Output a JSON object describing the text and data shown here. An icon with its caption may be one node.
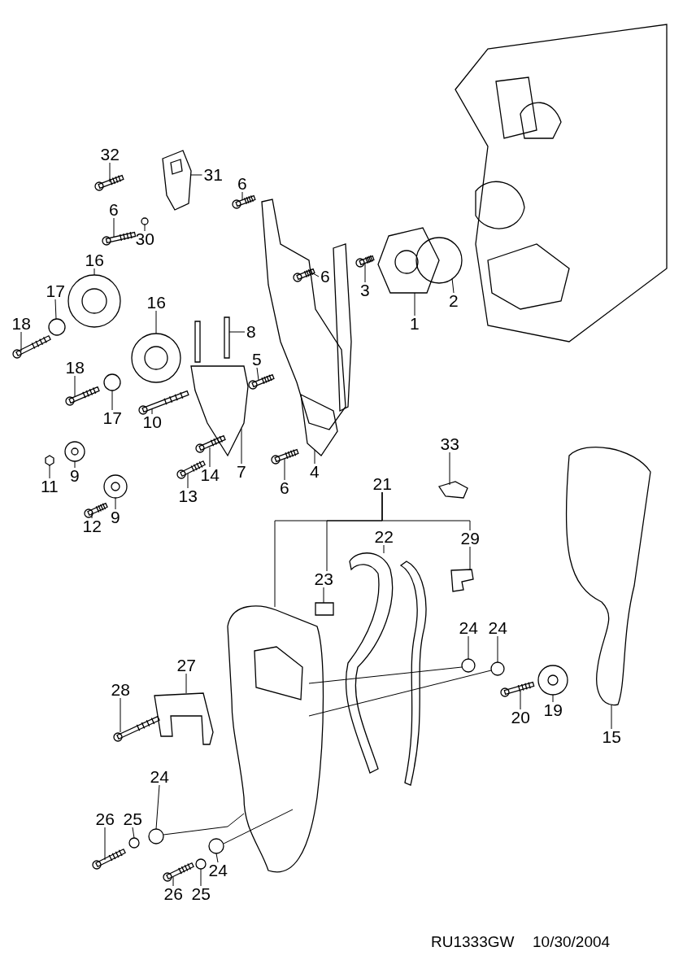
{
  "diagram": {
    "nodes": [
      {
        "text": [
          "32"
        ]
      },
      {
        "text": [
          "31"
        ]
      },
      {
        "text": [
          "6"
        ]
      },
      {
        "text": [
          "6"
        ]
      },
      {
        "text": [
          "30"
        ]
      },
      {
        "text": [
          "16"
        ]
      },
      {
        "text": [
          "6"
        ]
      },
      {
        "text": [
          "3"
        ]
      },
      {
        "text": [
          "2"
        ]
      },
      {
        "text": [
          "1"
        ]
      },
      {
        "text": [
          "17"
        ]
      },
      {
        "text": [
          "18"
        ]
      },
      {
        "text": [
          "16"
        ]
      },
      {
        "text": [
          "8"
        ]
      },
      {
        "text": [
          "18"
        ]
      },
      {
        "text": [
          "5"
        ]
      },
      {
        "text": [
          "17"
        ]
      },
      {
        "text": [
          "10"
        ]
      },
      {
        "text": [
          "33"
        ]
      },
      {
        "text": [
          "11"
        ]
      },
      {
        "text": [
          "9"
        ]
      },
      {
        "text": [
          "14"
        ]
      },
      {
        "text": [
          "7"
        ]
      },
      {
        "text": [
          "13"
        ]
      },
      {
        "text": [
          "6"
        ]
      },
      {
        "text": [
          "4"
        ]
      },
      {
        "text": [
          "21"
        ]
      },
      {
        "text": [
          "9"
        ]
      },
      {
        "text": [
          "12"
        ]
      },
      {
        "text": [
          "22"
        ]
      },
      {
        "text": [
          "29"
        ]
      },
      {
        "text": [
          "23"
        ]
      },
      {
        "text": [
          "24"
        ]
      },
      {
        "text": [
          "24"
        ]
      },
      {
        "text": [
          "27"
        ]
      },
      {
        "text": [
          "28"
        ]
      },
      {
        "text": [
          "19"
        ]
      },
      {
        "text": [
          "20"
        ]
      },
      {
        "text": [
          "15"
        ]
      },
      {
        "text": [
          "24"
        ]
      },
      {
        "text": [
          "26"
        ]
      },
      {
        "text": [
          "25"
        ]
      },
      {
        "text": [
          "24"
        ]
      },
      {
        "text": [
          "26"
        ]
      },
      {
        "text": [
          "25"
        ]
      },
      {
        "text": [],
        "shape": "picture"
      },
      {
        "text": [],
        "shape": "picture"
      },
      {
        "text": [],
        "shape": "picture"
      },
      {
        "text": [],
        "shape": "picture"
      },
      {
        "text": [],
        "shape": "circle"
      },
      {
        "text": [],
        "shape": "picture"
      },
      {
        "text": [],
        "shape": "picture"
      },
      {
        "text": [],
        "shape": "picture"
      },
      {
        "text": [],
        "shape": "circle"
      },
      {
        "text": [],
        "shape": "picture"
      },
      {
        "text": [],
        "shape": "circle"
      },
      {
        "text": [],
        "shape": "picture"
      },
      {
        "text": [],
        "shape": "picture"
      },
      {
        "text": [],
        "shape": "picture"
      },
      {
        "text": [],
        "shape": "picture"
      },
      {
        "text": [],
        "shape": "picture"
      },
      {
        "text": [],
        "shape": "circle"
      },
      {
        "text": [],
        "shape": "picture"
      },
      {
        "text": [],
        "shape": "picture"
      },
      {
        "text": [],
        "shape": "picture"
      },
      {
        "text": [],
        "shape": "picture"
      },
      {
        "text": [],
        "shape": "picture"
      },
      {
        "text": [],
        "shape": "picture"
      },
      {
        "text": [],
        "shape": "picture"
      },
      {
        "text": [],
        "shape": "picture"
      },
      {
        "text": [],
        "shape": "picture"
      },
      {
        "text": [],
        "shape": "picture"
      },
      {
        "text": [],
        "shape": "picture"
      },
      {
        "text": [],
        "shape": "picture"
      },
      {
        "text": [],
        "shape": "picture"
      },
      {
        "text": [],
        "shape": "picture"
      },
      {
        "text": [],
        "shape": "box"
      },
      {
        "text": [],
        "shape": "circle"
      },
      {
        "text": [],
        "shape": "circle"
      },
      {
        "text": [],
        "shape": "picture"
      },
      {
        "text": [],
        "shape": "picture"
      },
      {
        "text": [],
        "shape": "picture"
      },
      {
        "text": [],
        "shape": "picture"
      },
      {
        "text": [],
        "shape": "picture"
      },
      {
        "text": [],
        "shape": "circle"
      },
      {
        "text": [],
        "shape": "picture"
      },
      {
        "text": [],
        "shape": "circle"
      },
      {
        "text": [],
        "shape": "circle"
      },
      {
        "text": [],
        "shape": "picture"
      },
      {
        "text": [],
        "shape": "circle"
      }
    ],
    "edges": [
      {
        "from": 0,
        "to": 45,
        "arrow": "none"
      },
      {
        "from": 1,
        "to": 46,
        "arrow": "none"
      },
      {
        "from": 2,
        "to": 47,
        "arrow": "none"
      },
      {
        "from": 3,
        "to": 48,
        "arrow": "none"
      },
      {
        "from": 4,
        "to": 49,
        "arrow": "none"
      },
      {
        "from": 5,
        "to": 50,
        "arrow": "none"
      },
      {
        "from": 6,
        "to": 51,
        "arrow": "none"
      },
      {
        "from": 7,
        "to": 52,
        "arrow": "none"
      },
      {
        "from": 8,
        "to": 53,
        "arrow": "none"
      },
      {
        "from": 9,
        "to": 54,
        "arrow": "none"
      },
      {
        "from": 10,
        "to": 55,
        "arrow": "none"
      },
      {
        "from": 11,
        "to": 56,
        "arrow": "none"
      },
      {
        "from": 12,
        "to": 57,
        "arrow": "none"
      },
      {
        "from": 13,
        "to": 58,
        "arrow": "none"
      },
      {
        "from": 14,
        "to": 59,
        "arrow": "none"
      },
      {
        "from": 15,
        "to": 60,
        "arrow": "none"
      },
      {
        "from": 16,
        "to": 61,
        "arrow": "none"
      },
      {
        "from": 17,
        "to": 62,
        "arrow": "none"
      },
      {
        "from": 18,
        "to": 63,
        "arrow": "none"
      },
      {
        "from": 19,
        "to": 64,
        "arrow": "none"
      },
      {
        "from": 20,
        "to": 65,
        "arrow": "none"
      },
      {
        "from": 21,
        "to": 66,
        "arrow": "none"
      },
      {
        "from": 22,
        "to": 67,
        "arrow": "none"
      },
      {
        "from": 23,
        "to": 68,
        "arrow": "none"
      },
      {
        "from": 24,
        "to": 69,
        "arrow": "none"
      },
      {
        "from": 25,
        "to": 70,
        "arrow": "none"
      },
      {
        "from": 26,
        "to": 71,
        "arrow": "none"
      },
      {
        "from": 26,
        "to": 31,
        "arrow": "none"
      },
      {
        "from": 26,
        "to": 30,
        "arrow": "none"
      },
      {
        "from": 27,
        "to": 72,
        "arrow": "none"
      },
      {
        "from": 28,
        "to": 73,
        "arrow": "none"
      },
      {
        "from": 29,
        "to": 74,
        "arrow": "none"
      },
      {
        "from": 30,
        "to": 75,
        "arrow": "none"
      },
      {
        "from": 31,
        "to": 76,
        "arrow": "none"
      },
      {
        "from": 32,
        "to": 77,
        "arrow": "none"
      },
      {
        "from": 33,
        "to": 78,
        "arrow": "none"
      },
      {
        "from": 34,
        "to": 79,
        "arrow": "none"
      },
      {
        "from": 35,
        "to": 80,
        "arrow": "none"
      },
      {
        "from": 36,
        "to": 81,
        "arrow": "none"
      },
      {
        "from": 37,
        "to": 82,
        "arrow": "none"
      },
      {
        "from": 38,
        "to": 83,
        "arrow": "none"
      },
      {
        "from": 39,
        "to": 84,
        "arrow": "none"
      },
      {
        "from": 40,
        "to": 85,
        "arrow": "none"
      },
      {
        "from": 41,
        "to": 86,
        "arrow": "none"
      },
      {
        "from": 42,
        "to": 87,
        "arrow": "none"
      },
      {
        "from": 43,
        "to": 88,
        "arrow": "none"
      },
      {
        "from": 44,
        "to": 89,
        "arrow": "none"
      },
      {
        "from": 71,
        "to": 77,
        "arrow": "none"
      },
      {
        "from": 71,
        "to": 78,
        "arrow": "none"
      },
      {
        "from": 71,
        "to": 84,
        "arrow": "none"
      },
      {
        "from": 71,
        "to": 87,
        "arrow": "none"
      }
    ],
    "labels": [
      "RU1333GW",
      "10/30/2004"
    ]
  }
}
